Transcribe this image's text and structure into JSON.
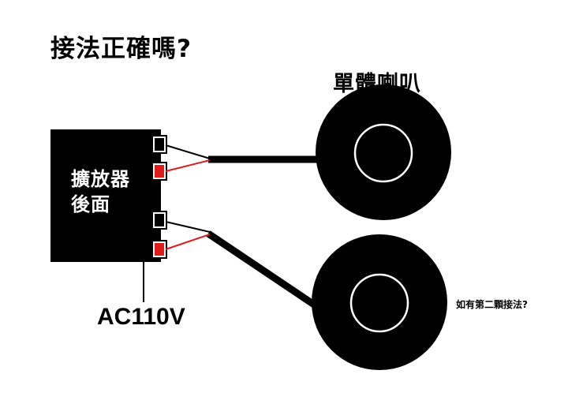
{
  "title": "接法正確嗎?",
  "speaker_label": "單體喇叭",
  "amplifier": {
    "label_line1": "擴放器",
    "label_line2": "後面"
  },
  "power_label": "AC110V",
  "question": "如有第二顆接法?",
  "colors": {
    "background": "#ffffff",
    "body": "#000000",
    "negative_terminal": "#000000",
    "positive_terminal": "#e01b1b",
    "positive_wire": "#e01b1b",
    "cone_ring": "#ffffff"
  }
}
